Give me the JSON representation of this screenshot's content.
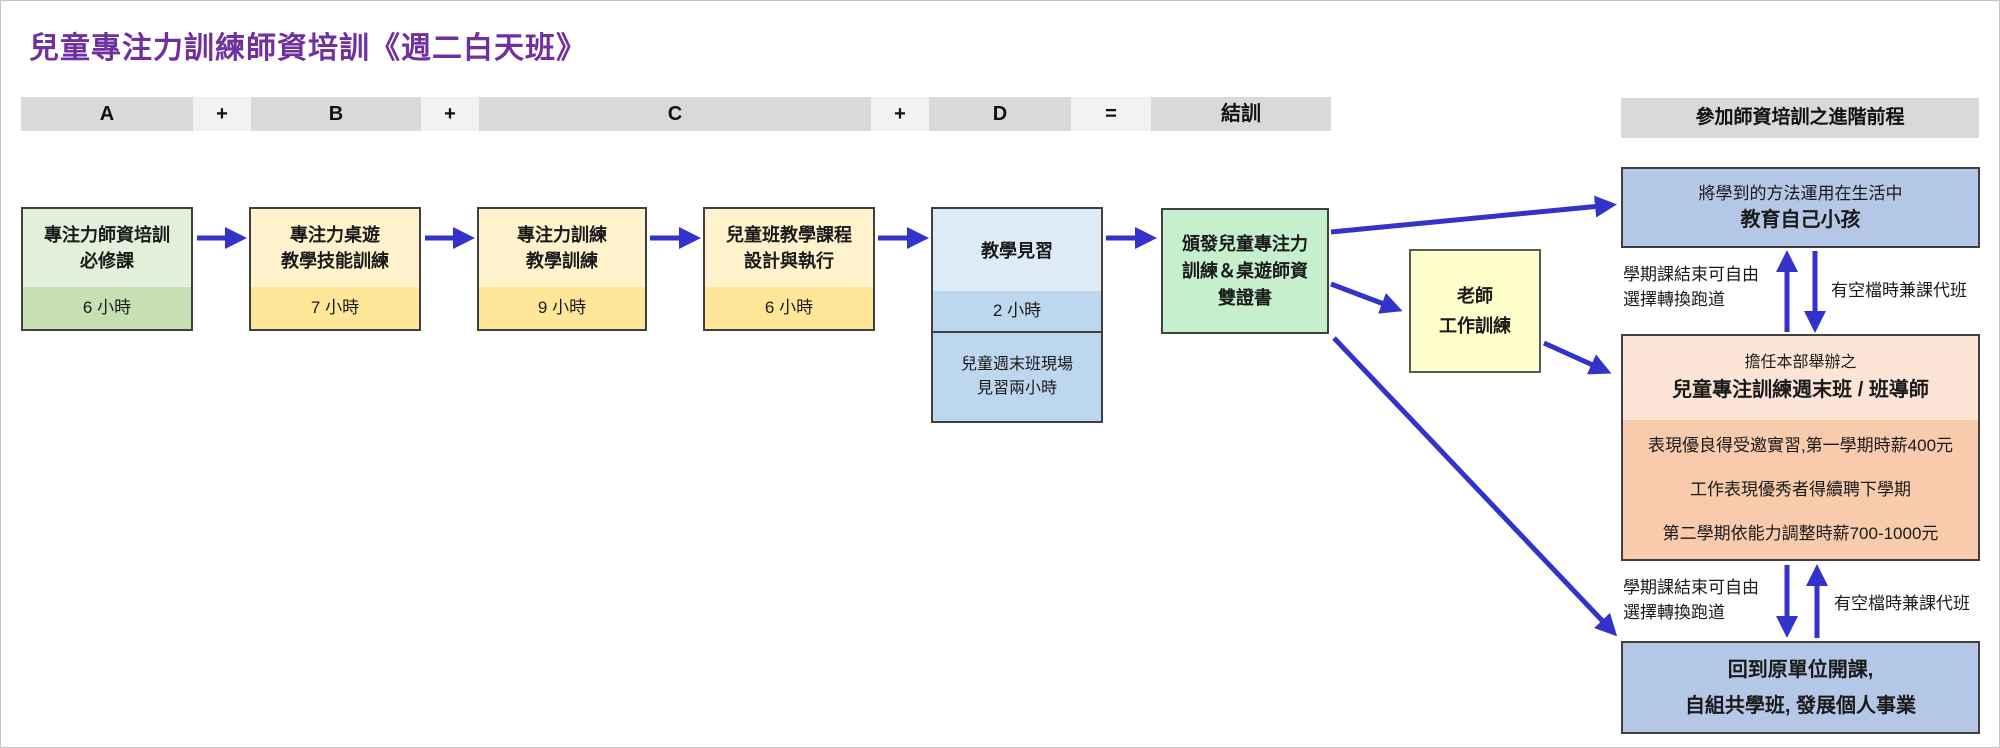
{
  "title": "兒童專注力訓練師資培訓《週二白天班》",
  "formula_bar": {
    "stage_a": "A",
    "plus_1": "+",
    "stage_b": "B",
    "plus_2": "+",
    "stage_c": "C",
    "plus_3": "+",
    "stage_d": "D",
    "equals": "=",
    "result": "結訓"
  },
  "flow": {
    "course_a": {
      "title": "專注力師資培訓\n必修課",
      "hours": "6 小時"
    },
    "course_b": {
      "title": "專注力桌遊\n教學技能訓練",
      "hours": "7 小時"
    },
    "course_c1": {
      "title": "專注力訓練\n教學訓練",
      "hours": "9 小時"
    },
    "course_c2": {
      "title": "兒童班教學課程\n設計與執行",
      "hours": "6 小時"
    },
    "course_d": {
      "title": "教學見習",
      "hours": "2 小時",
      "note": "兒童週末班現場\n見習兩小時"
    },
    "certificate": {
      "title": "頒發兒童專注力\n訓練＆桌遊師資\n雙證書"
    },
    "teacher_training": {
      "title": "老師\n工作訓練"
    }
  },
  "career": {
    "header": "參加師資培訓之進階前程",
    "family": {
      "line1": "將學到的方法運用在生活中",
      "line2": "教育自己小孩"
    },
    "weekend_class": {
      "intro": "擔任本部舉辦之",
      "title": "兒童專注訓練週末班 / 班導師",
      "details": [
        "表現優良得受邀實習,第一學期時薪400元",
        "工作表現優秀者得續聘下學期",
        "第二學期依能力調整時薪700-1000元"
      ]
    },
    "own_business": {
      "line1": "回到原單位開課,",
      "line2": "自組共學班, 發展個人事業"
    },
    "notes": {
      "transition": "學期課結束可自由\n選擇轉換跑道",
      "substitute": "有空檔時兼課代班"
    }
  },
  "colors": {
    "title_purple": "#7030A0",
    "arrow_blue": "#3333CC",
    "header_gray": "#D9D9D9",
    "operator_gray": "#F2F2F2",
    "green_light": "#E2EFDA",
    "green_dark": "#C6E0B4",
    "yellow_light": "#FFF2CC",
    "yellow_dark": "#FFE699",
    "blue_light": "#DEEBF7",
    "blue_mid": "#BDD7EE",
    "cert_green": "#C6EFCE",
    "teacher_yellow": "#FFFFCC",
    "career_blue": "#B4C7E7",
    "peach_light": "#FCE4D6",
    "peach_dark": "#F8CBAD"
  }
}
